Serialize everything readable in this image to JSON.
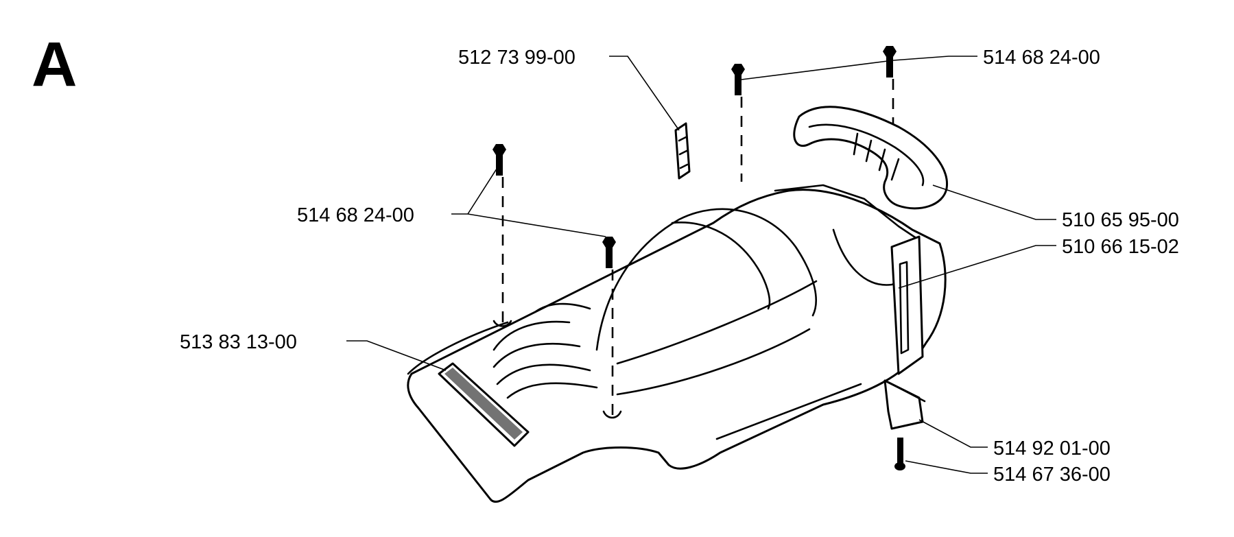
{
  "section_letter": "A",
  "part_numbers": {
    "decal_top": "512 73 99-00",
    "screw_top_right": "514 68 24-00",
    "screw_left": "514 68 24-00",
    "handle": "510 65 95-00",
    "side_cover": "510 66 15-02",
    "label_plate": "513 83 13-00",
    "foot_block": "514 92 01-00",
    "bottom_screw": "514 67 36-00"
  }
}
